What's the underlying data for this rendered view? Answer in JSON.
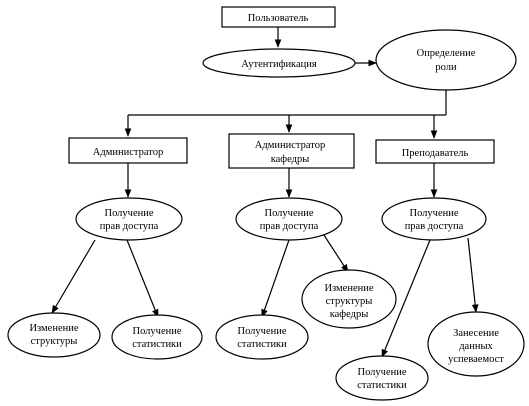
{
  "diagram": {
    "nodes": {
      "user": "Пользователь",
      "auth": "Аутентификация",
      "role": {
        "line1": "Определение",
        "line2": "роли"
      },
      "admin": "Администратор",
      "dept_admin": {
        "line1": "Администратор",
        "line2": "кафедры"
      },
      "teacher": "Преподаватель",
      "access1": {
        "line1": "Получение",
        "line2": "прав доступа"
      },
      "access2": {
        "line1": "Получение",
        "line2": "прав доступа"
      },
      "access3": {
        "line1": "Получение",
        "line2": "прав доступа"
      },
      "struct_change": {
        "line1": "Изменение",
        "line2": "структуры"
      },
      "stats1": {
        "line1": "Получение",
        "line2": "статистики"
      },
      "stats2": {
        "line1": "Получение",
        "line2": "статистики"
      },
      "dept_struct_change": {
        "line1": "Изменение",
        "line2": "структуры",
        "line3": "кафедры"
      },
      "stats3": {
        "line1": "Получение",
        "line2": "статистики"
      },
      "grades": {
        "line1": "Занесение",
        "line2": "данных",
        "line3": "успеваемост"
      }
    },
    "colors": {
      "stroke": "#000000",
      "fill": "#ffffff"
    }
  }
}
